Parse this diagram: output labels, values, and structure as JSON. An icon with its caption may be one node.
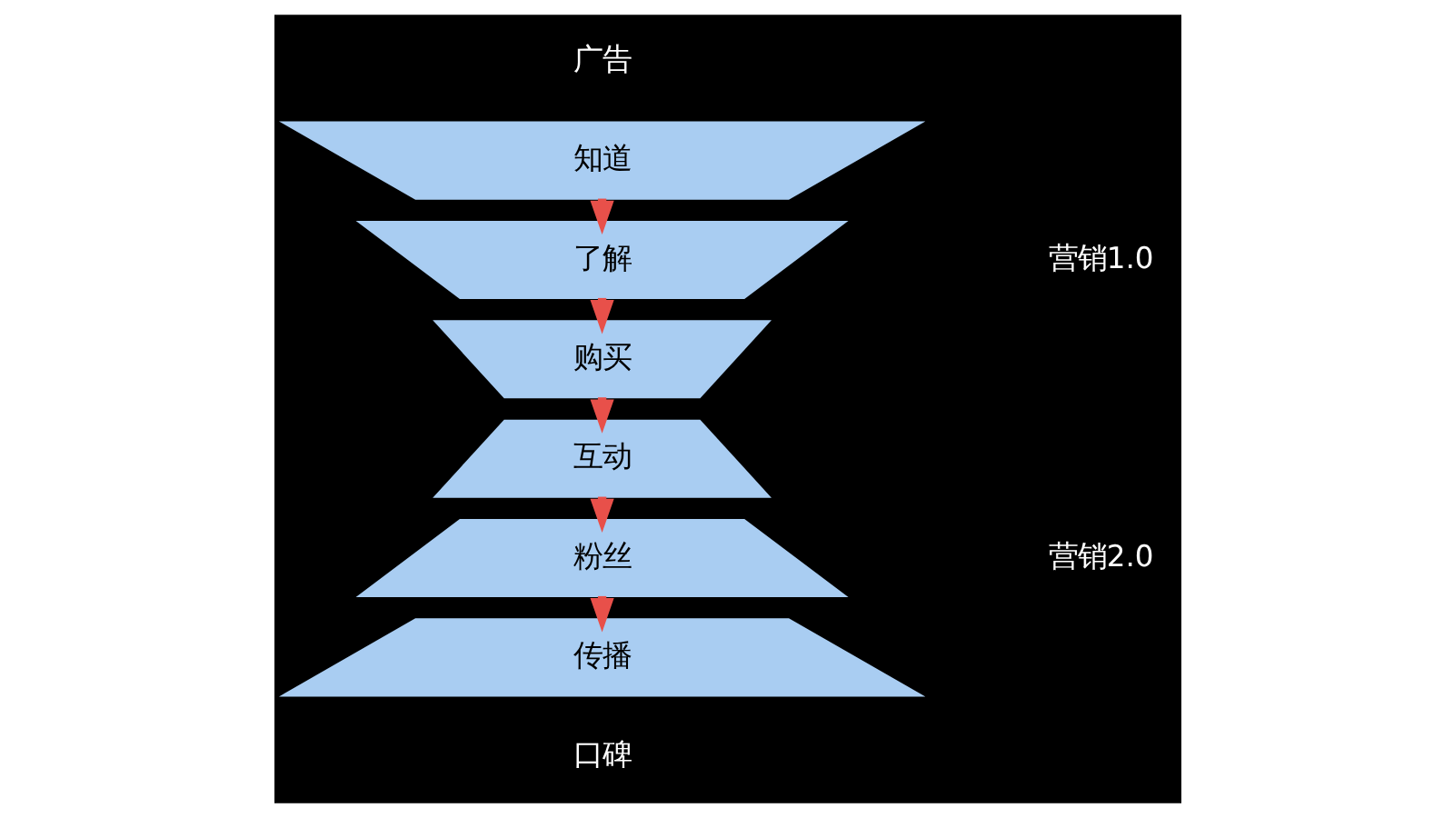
{
  "diagram": {
    "nodes": [
      {
        "text": [
          "知道"
        ]
      },
      {
        "text": [
          "了解"
        ]
      },
      {
        "text": [
          "购买"
        ]
      },
      {
        "text": [
          "互动"
        ]
      },
      {
        "text": [
          "粉丝"
        ]
      },
      {
        "text": [
          "传播"
        ]
      }
    ],
    "edges": [
      {
        "from": 0,
        "to": 1,
        "arrow": "to",
        "color": "#e8504a"
      },
      {
        "from": 1,
        "to": 2,
        "arrow": "to",
        "color": "#e8504a"
      },
      {
        "from": 2,
        "to": 3,
        "arrow": "to",
        "color": "#e8504a"
      },
      {
        "from": 3,
        "to": 4,
        "arrow": "to",
        "color": "#e8504a"
      },
      {
        "from": 4,
        "to": 5,
        "arrow": "to",
        "color": "#e8504a"
      }
    ],
    "labels": [
      "广告",
      "营销1.0",
      "营销2.0",
      "口碑"
    ]
  }
}
